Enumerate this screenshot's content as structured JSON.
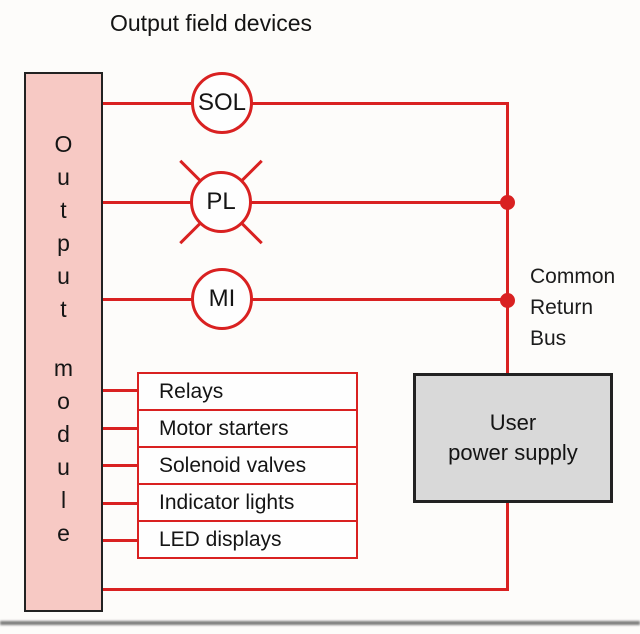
{
  "title": "Output field devices",
  "colors": {
    "wire_red": "#d92121",
    "module_fill": "#f7c9c4",
    "supply_fill": "#d9d9d9",
    "outline_black": "#222222"
  },
  "output_module": {
    "word1": "Output",
    "word2": "module",
    "letters": [
      "O",
      "u",
      "t",
      "p",
      "u",
      "t",
      "m",
      "o",
      "d",
      "u",
      "l",
      "e"
    ]
  },
  "field_devices": [
    {
      "label": "SOL",
      "symbol": "solenoid-circle"
    },
    {
      "label": "PL",
      "symbol": "pilot-light-circle-with-rays"
    },
    {
      "label": "MI",
      "symbol": "motor-circle"
    }
  ],
  "device_type_list": [
    "Relays",
    "Motor starters",
    "Solenoid valves",
    "Indicator lights",
    "LED displays"
  ],
  "power_supply": {
    "line1": "User",
    "line2": "power supply"
  },
  "bus_label": {
    "line1": "Common",
    "line2": "Return",
    "line3": "Bus"
  }
}
